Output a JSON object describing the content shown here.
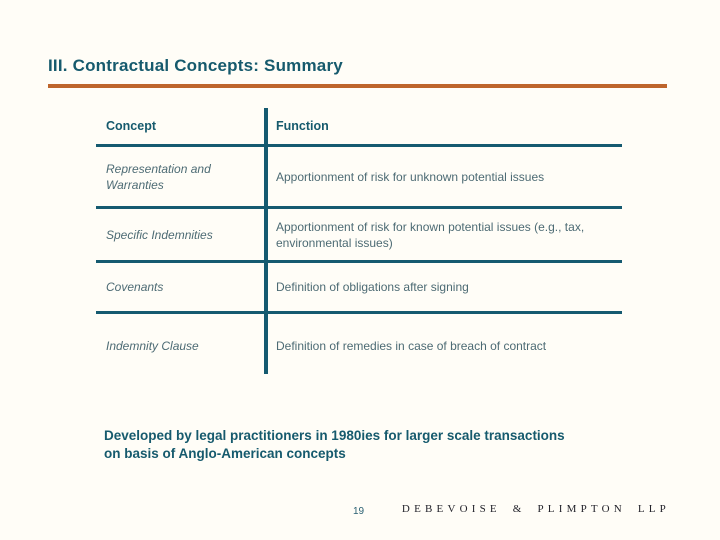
{
  "slide": {
    "title": "III. Contractual Concepts: Summary",
    "page_number": "19",
    "logo_text": "DEBEVOISE & PLIMPTON LLP"
  },
  "table": {
    "headers": [
      "Concept",
      "Function"
    ],
    "rows": [
      {
        "concept": "Representation and Warranties",
        "function": "Apportionment of risk for unknown potential issues"
      },
      {
        "concept": "Specific Indemnities",
        "function": "Apportionment of risk for known potential issues (e.g., tax, environmental issues)"
      },
      {
        "concept": "Covenants",
        "function": "Definition of obligations after signing"
      },
      {
        "concept": "Indemnity Clause",
        "function": "Definition of remedies in case of breach of contract"
      }
    ]
  },
  "note": "Developed by legal practitioners in 1980ies for larger scale transactions on basis of Anglo-American concepts",
  "colors": {
    "teal_heading": "#165a6d",
    "table_line": "#155a70",
    "orange_rule": "#be652c",
    "body_text": "#4d6b74",
    "background": "#fffdf7",
    "logo_text": "#23232b"
  }
}
